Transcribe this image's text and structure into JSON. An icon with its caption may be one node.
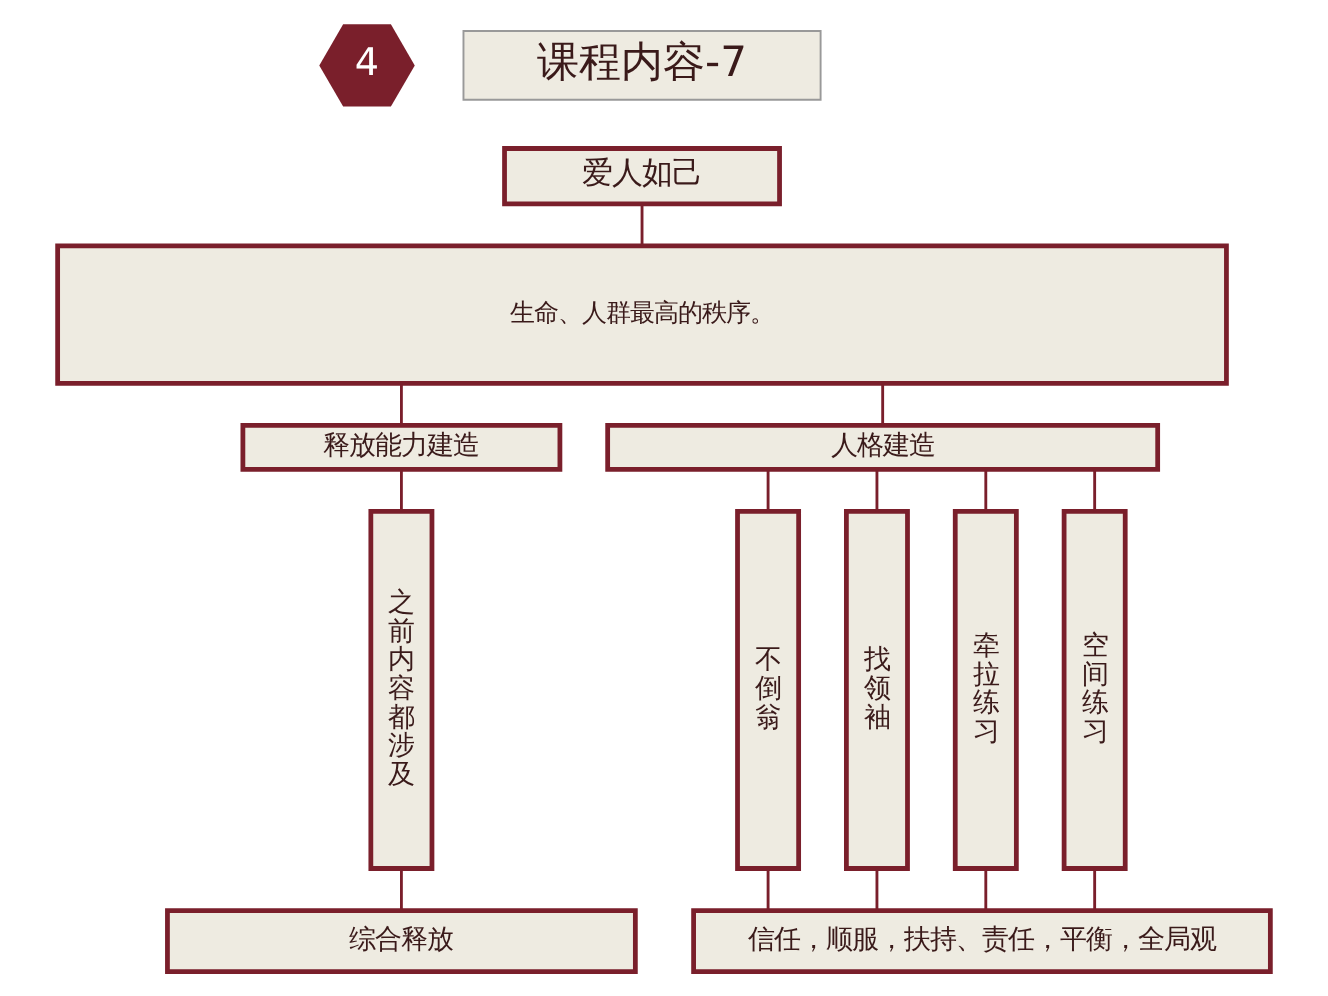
{
  "diagram": {
    "nodes": [
      {
        "text": [
          "4"
        ]
      },
      {
        "text": [
          "课程内容-7"
        ]
      },
      {
        "text": [
          "爱人如己"
        ]
      },
      {
        "text": [
          "生命、人群最高的秩序。"
        ]
      },
      {
        "text": [
          "释放能力建造"
        ]
      },
      {
        "text": [
          "人格建造"
        ]
      },
      {
        "text": [
          "之前内容都涉及"
        ]
      },
      {
        "text": [
          "不倒翁"
        ]
      },
      {
        "text": [
          "找领袖"
        ]
      },
      {
        "text": [
          "牵拉练习"
        ]
      },
      {
        "text": [
          "空间练习"
        ]
      },
      {
        "text": [
          "综合释放"
        ]
      },
      {
        "text": [
          "信任，顺服，扶持、责任，平衡，全局观"
        ]
      }
    ],
    "edges": [
      {
        "from": 2,
        "to": 3,
        "arrow": "none"
      },
      {
        "from": 3,
        "to": 4,
        "arrow": "none"
      },
      {
        "from": 3,
        "to": 5,
        "arrow": "none"
      },
      {
        "from": 4,
        "to": 6,
        "arrow": "none"
      },
      {
        "from": 5,
        "to": 7,
        "arrow": "none"
      },
      {
        "from": 5,
        "to": 8,
        "arrow": "none"
      },
      {
        "from": 5,
        "to": 9,
        "arrow": "none"
      },
      {
        "from": 5,
        "to": 10,
        "arrow": "none"
      },
      {
        "from": 6,
        "to": 11,
        "arrow": "none"
      },
      {
        "from": 7,
        "to": 12,
        "arrow": "none"
      },
      {
        "from": 8,
        "to": 12,
        "arrow": "none"
      },
      {
        "from": 9,
        "to": 12,
        "arrow": "none"
      },
      {
        "from": 10,
        "to": 12,
        "arrow": "none"
      }
    ]
  }
}
